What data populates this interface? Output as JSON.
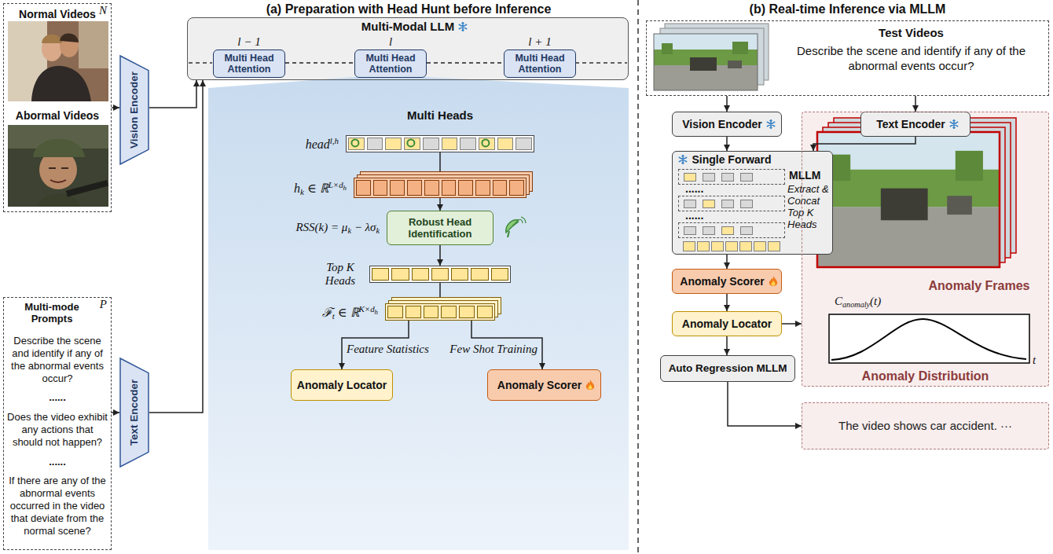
{
  "diagram": {
    "nodes": [
      {
        "text": [
          "N",
          "Normal Videos",
          "Abormal Videos"
        ]
      },
      {
        "text": [
          "Multi-mode Prompts",
          "P",
          "Describe the scene and identify if any of the abnormal events occur?",
          "......",
          "Does the video exhibit any actions that should not happen?",
          "......",
          "If there are any of the abnormal events occurred in the video that deviate from the normal scene?"
        ]
      },
      {
        "text": [
          "Vision Encoder"
        ]
      },
      {
        "text": [
          "Text Encoder"
        ]
      },
      {
        "text": [
          "Multi-Modal LLM"
        ]
      },
      {
        "text": [
          "l − 1",
          "Multi Head Attention"
        ],
        "in": 4
      },
      {
        "text": [
          "l",
          "Multi Head Attention"
        ],
        "in": 4
      },
      {
        "text": [
          "l + 1",
          "Multi Head Attention"
        ],
        "in": 4
      },
      {
        "text": [
          "Multi Heads"
        ]
      },
      {
        "text": [
          "head",
          "l,h"
        ],
        "in": 8
      },
      {
        "text": [
          "h",
          "k",
          " ∈ ℝ",
          "L×d",
          "h"
        ],
        "in": 8
      },
      {
        "text": [
          "RSS(k) = μ",
          "k",
          " − λσ",
          "k",
          "Robust Head Identification"
        ],
        "in": 8
      },
      {
        "text": [
          "Top K Heads"
        ],
        "in": 8
      },
      {
        "text": [
          "ℱ",
          "t",
          " ∈ ℝ",
          "K×d",
          "h"
        ],
        "in": 8
      },
      {
        "text": [
          "Anomaly Locator"
        ],
        "in": 8
      },
      {
        "text": [
          "Anomaly Scorer"
        ],
        "in": 8
      },
      {
        "text": [
          "Test Videos",
          "Describe the scene and identify if any of the abnormal events occur?"
        ]
      },
      {
        "text": [
          "Vision Encoder"
        ]
      },
      {
        "text": [
          "Text Encoder"
        ]
      },
      {
        "text": [
          "Single Forward",
          "MLLM",
          "Extract & Concat Top K Heads"
        ]
      },
      {
        "text": [
          "Anomaly Scorer"
        ]
      },
      {
        "text": [
          "Anomaly Locator"
        ]
      },
      {
        "text": [
          "Auto Regression MLLM"
        ]
      },
      {
        "text": [
          "Anomaly Frames",
          "Anomaly Distribution"
        ]
      },
      {
        "text": [
          "The video shows car accident. ···"
        ]
      }
    ],
    "edges": [
      {
        "from": 0,
        "to": 2,
        "arrow": "to"
      },
      {
        "from": 2,
        "to": 4,
        "arrow": "to"
      },
      {
        "from": 1,
        "to": 3,
        "arrow": "to"
      },
      {
        "from": 3,
        "to": 4,
        "arrow": "to"
      },
      {
        "from": 5,
        "to": 6,
        "arrow": "none"
      },
      {
        "from": 6,
        "to": 7,
        "arrow": "none"
      },
      {
        "from": 9,
        "to": 10,
        "arrow": "to"
      },
      {
        "from": 10,
        "to": 11,
        "arrow": "to"
      },
      {
        "from": 11,
        "to": 12,
        "arrow": "to"
      },
      {
        "from": 12,
        "to": 13,
        "arrow": "to"
      },
      {
        "from": 13,
        "to": 14,
        "label": "Feature Statistics",
        "arrow": "to"
      },
      {
        "from": 13,
        "to": 15,
        "label": "Few Shot Training",
        "arrow": "to"
      },
      {
        "from": 16,
        "to": 17,
        "arrow": "to"
      },
      {
        "from": 16,
        "to": 18,
        "arrow": "to"
      },
      {
        "from": 17,
        "to": 19,
        "arrow": "to"
      },
      {
        "from": 18,
        "to": 19,
        "arrow": "to"
      },
      {
        "from": 19,
        "to": 20,
        "arrow": "to"
      },
      {
        "from": 20,
        "to": 21,
        "arrow": "to"
      },
      {
        "from": 21,
        "to": 22,
        "arrow": "to"
      },
      {
        "from": 21,
        "to": 23,
        "arrow": "to"
      },
      {
        "from": 22,
        "to": 24,
        "arrow": "to"
      }
    ],
    "labels": [
      "(a) Preparation with Head Hunt before Inference",
      "(b) Real-time Inference via MLLM",
      "......",
      "......",
      "C",
      "anomaly",
      "(t)",
      "t"
    ]
  }
}
